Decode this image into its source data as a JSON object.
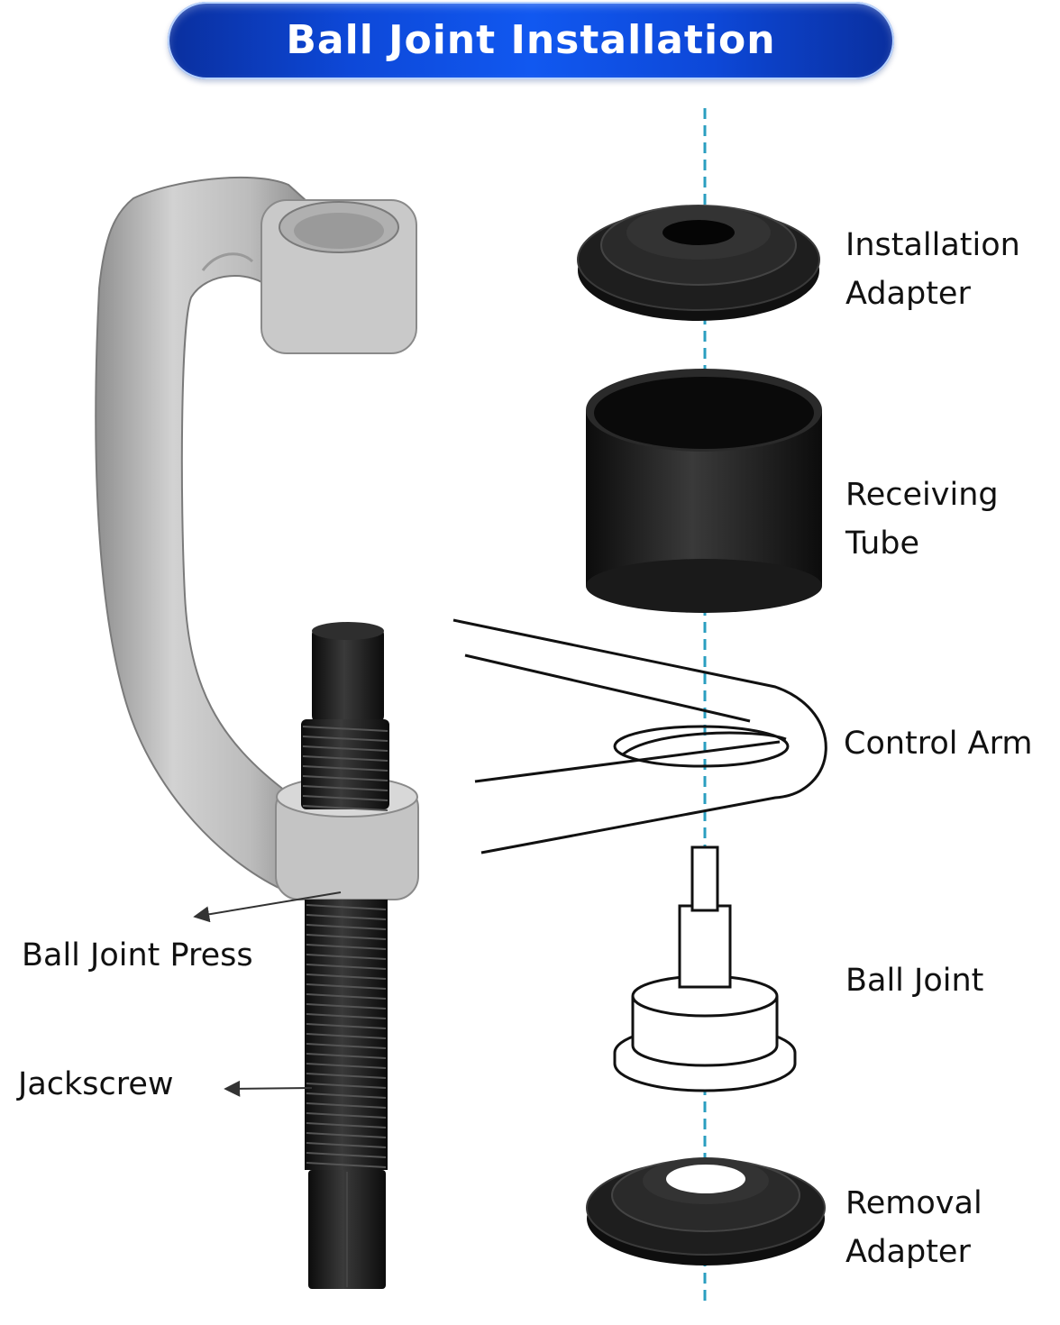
{
  "title": "Ball Joint Installation",
  "labels": {
    "installation_adapter": [
      "Installation",
      "Adapter"
    ],
    "receiving_tube": [
      "Receiving",
      "Tube"
    ],
    "control_arm": "Control Arm",
    "ball_joint": "Ball Joint",
    "removal_adapter": [
      "Removal",
      "Adapter"
    ],
    "ball_joint_press": "Ball Joint Press",
    "jackscrew": "Jackscrew"
  },
  "colors": {
    "banner": "#1158f0",
    "press_body": "#b4b4b4",
    "parts": "#1a1a1a",
    "axis_line": "#2a9ec0",
    "text": "#111111"
  }
}
